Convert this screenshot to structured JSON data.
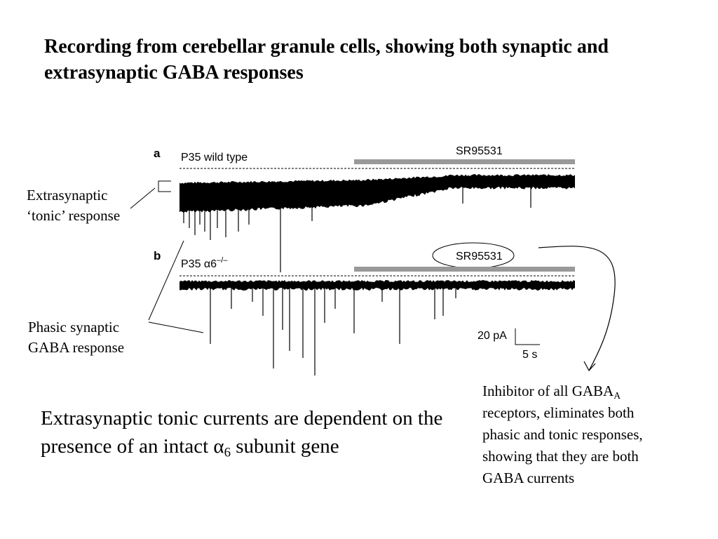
{
  "title": "Recording from cerebellar granule cells, showing both synaptic and extrasynaptic GABA responses",
  "labels": {
    "tonic_line1": "Extrasynaptic",
    "tonic_line2": "‘tonic’ response",
    "phasic_line1": "Phasic synaptic",
    "phasic_line2": "GABA response"
  },
  "figure": {
    "panel_a": {
      "letter": "a",
      "condition": "P35 wild type",
      "drug": "SR95531"
    },
    "panel_b": {
      "letter": "b",
      "condition_prefix": "P35 ",
      "condition_symbol": "α6",
      "condition_sup": "–/–",
      "drug": "SR95531"
    },
    "scale_bar": {
      "current": "20 pA",
      "time": "5 s"
    }
  },
  "conclusion": {
    "text_before": "Extrasynaptic tonic currents are dependent on the presence of an intact ",
    "symbol": "α",
    "subscript": "6",
    "text_after": " subunit gene"
  },
  "inhibitor_note": {
    "text_before": "Inhibitor of all GABA",
    "subscript": "A",
    "text_after": " receptors, eliminates both phasic and tonic responses, showing that they are both GABA currents"
  },
  "colors": {
    "drug_bar": "#999999",
    "trace": "#000000"
  }
}
